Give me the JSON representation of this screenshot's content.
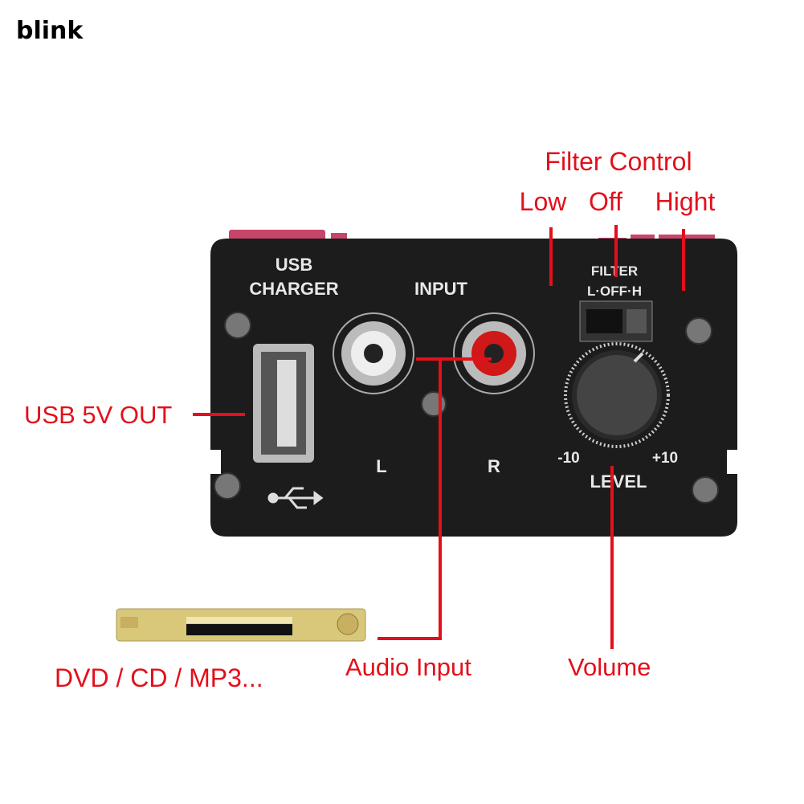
{
  "logo": "blink",
  "annotations": {
    "filter_control": "Filter Control",
    "low": "Low",
    "off": "Off",
    "high": "Hight",
    "usb_out": "USB 5V OUT",
    "audio_input": "Audio Input",
    "volume": "Volume",
    "source": "DVD / CD / MP3..."
  },
  "panel": {
    "usb_line1": "USB",
    "usb_line2": "CHARGER",
    "input": "INPUT",
    "filter": "FILTER",
    "filter_positions": "L·OFF·H",
    "left_channel": "L",
    "right_channel": "R",
    "level_min": "-10",
    "level_max": "+10",
    "level": "LEVEL"
  },
  "colors": {
    "annotation": "#e3101b",
    "panel": "#1c1c1c",
    "heatsink": "#c8456a"
  }
}
